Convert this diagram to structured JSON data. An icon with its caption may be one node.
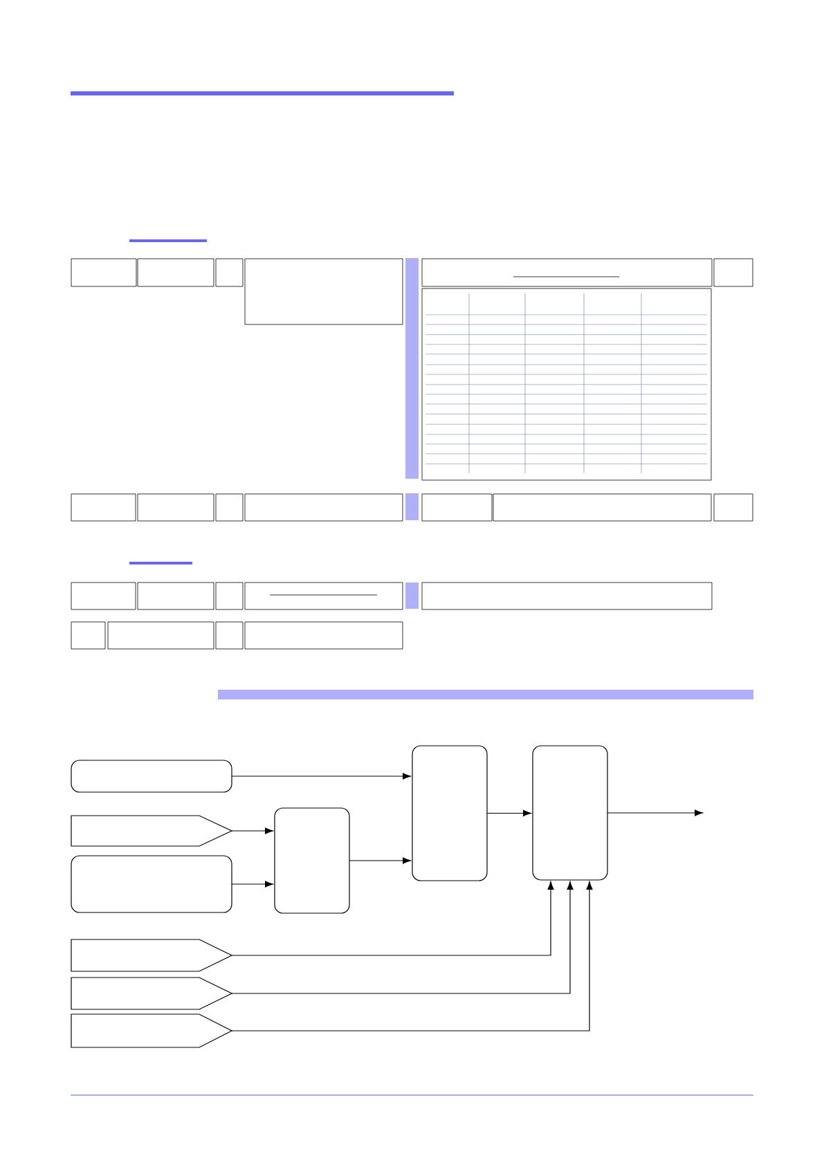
{
  "diagram": {
    "nodes": [
      {
        "text": [],
        "shape": "box"
      },
      {
        "text": [],
        "shape": "pentagon"
      },
      {
        "text": [],
        "shape": "box"
      },
      {
        "text": [],
        "shape": "box"
      },
      {
        "text": [],
        "shape": "box"
      },
      {
        "text": [],
        "shape": "box"
      },
      {
        "text": [],
        "shape": "pentagon"
      },
      {
        "text": [],
        "shape": "pentagon"
      },
      {
        "text": [],
        "shape": "pentagon"
      }
    ],
    "edges": [
      {
        "from": 0,
        "to": 4,
        "arrow": "to"
      },
      {
        "from": 1,
        "to": 3,
        "arrow": "to"
      },
      {
        "from": 2,
        "to": 3,
        "arrow": "to"
      },
      {
        "from": 3,
        "to": 4,
        "arrow": "to"
      },
      {
        "from": 4,
        "to": 5,
        "arrow": "to"
      },
      {
        "from": 5,
        "to": null,
        "arrow": "to"
      },
      {
        "from": 6,
        "to": 5,
        "arrow": "to"
      },
      {
        "from": 7,
        "to": 5,
        "arrow": "to"
      },
      {
        "from": 8,
        "to": 5,
        "arrow": "to"
      }
    ]
  }
}
